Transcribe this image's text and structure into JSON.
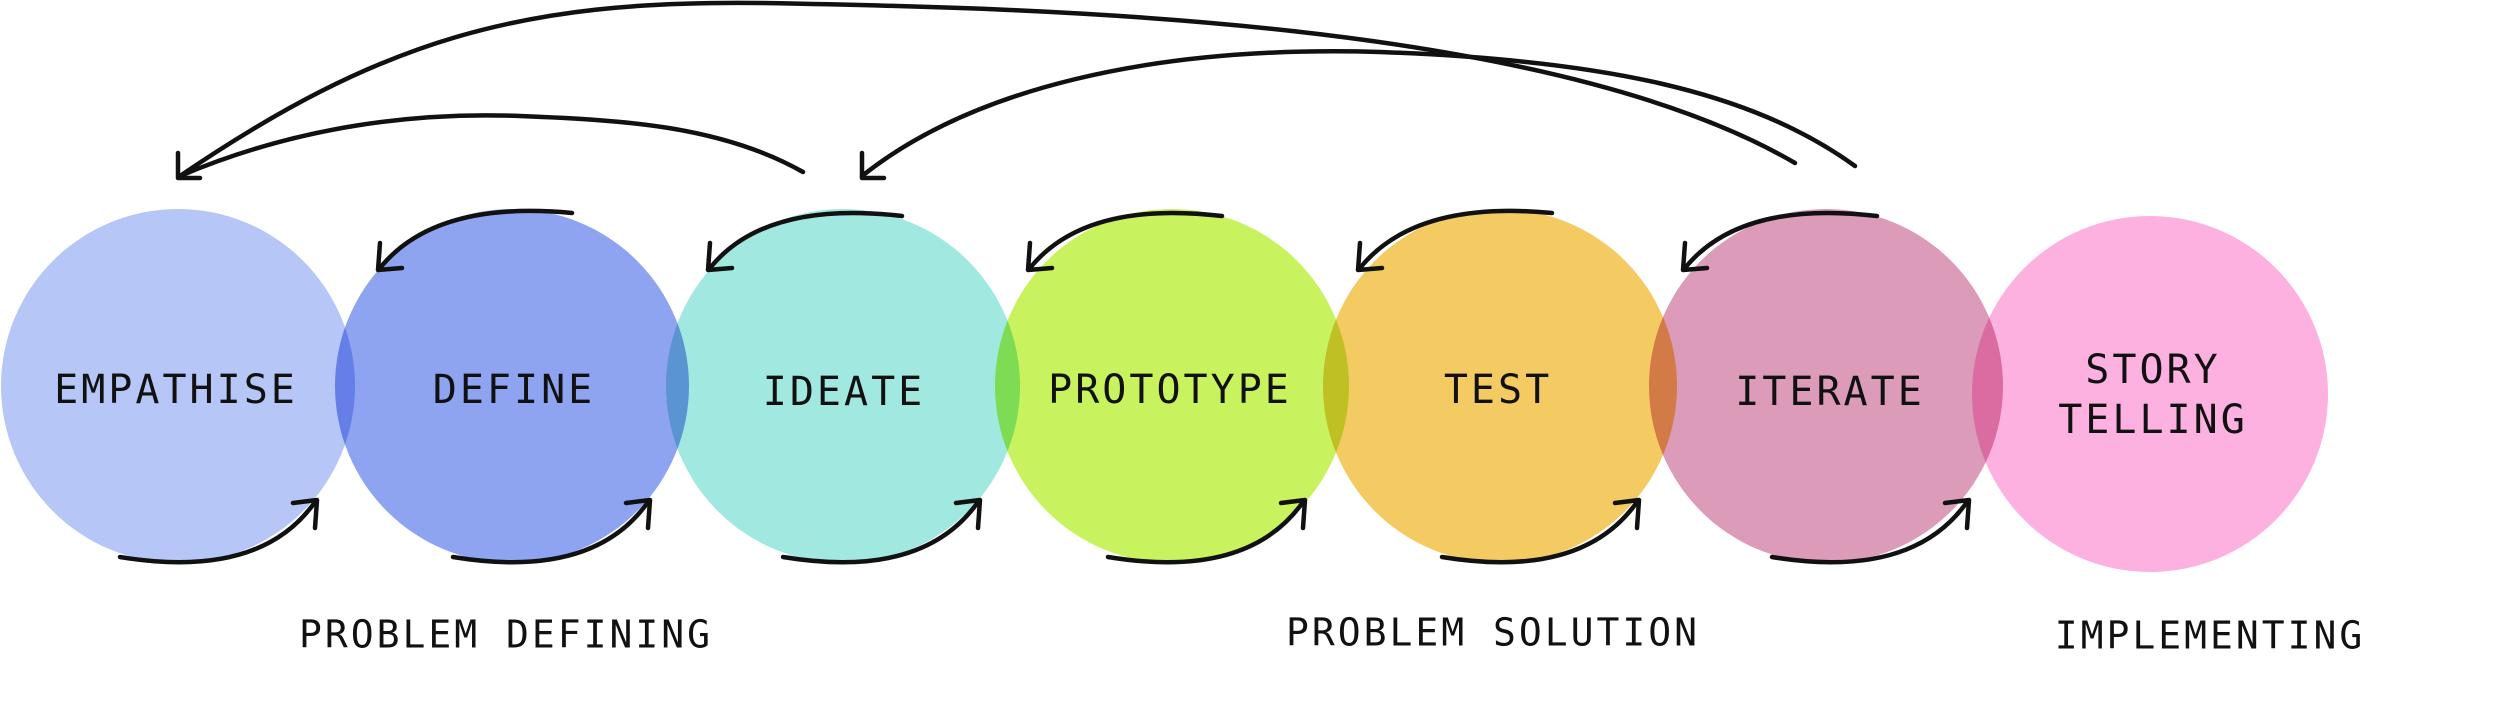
{
  "diagram": {
    "stages": [
      {
        "id": "empathise",
        "label": "EMPATHISE",
        "color": "#b5c6f7"
      },
      {
        "id": "define",
        "label": "DEFINE",
        "color": "#8fa4f0"
      },
      {
        "id": "ideate",
        "label": "IDEATE",
        "color": "#a0e8e0"
      },
      {
        "id": "prototype",
        "label": "PROTOTYPE",
        "color": "#c8f25e"
      },
      {
        "id": "test",
        "label": "TEST",
        "color": "#f4cb62"
      },
      {
        "id": "iterate",
        "label": "ITERATE",
        "color": "#dc9bb9"
      },
      {
        "id": "story-telling",
        "label_lines": [
          "STORY",
          "TELLING"
        ],
        "color": "#fdb1e0"
      }
    ],
    "phases": [
      {
        "id": "problem-defining",
        "label": "PROBLEM DEFINING"
      },
      {
        "id": "problem-solution",
        "label": "PROBLEM SOLUTION"
      },
      {
        "id": "implementing",
        "label": "IMPLEMENTING"
      }
    ],
    "loops": [
      {
        "from": "iterate",
        "to": "empathise"
      },
      {
        "from": "ideate",
        "to": "empathise"
      },
      {
        "from": "iterate",
        "to": "ideate"
      }
    ]
  }
}
